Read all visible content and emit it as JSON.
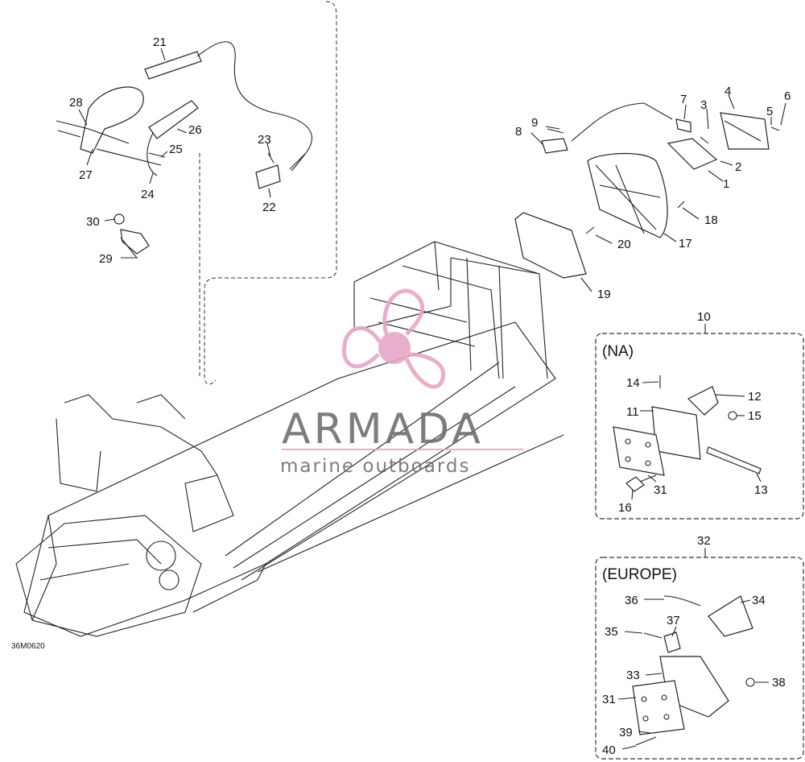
{
  "drawing_code": "36M0620",
  "brand": {
    "name": "ARMADA",
    "tagline": "marine outboards",
    "logo_color": "#e6a7c7"
  },
  "callouts": [
    "1",
    "2",
    "3",
    "4",
    "5",
    "6",
    "7",
    "8",
    "9",
    "10",
    "11",
    "12",
    "13",
    "14",
    "15",
    "16",
    "17",
    "18",
    "19",
    "20",
    "21",
    "22",
    "23",
    "24",
    "25",
    "26",
    "27",
    "28",
    "29",
    "30",
    "31",
    "32",
    "33",
    "34",
    "35",
    "36",
    "37",
    "38",
    "39",
    "40"
  ],
  "regions": {
    "na": "(NA)",
    "europe": "(EUROPE)"
  }
}
